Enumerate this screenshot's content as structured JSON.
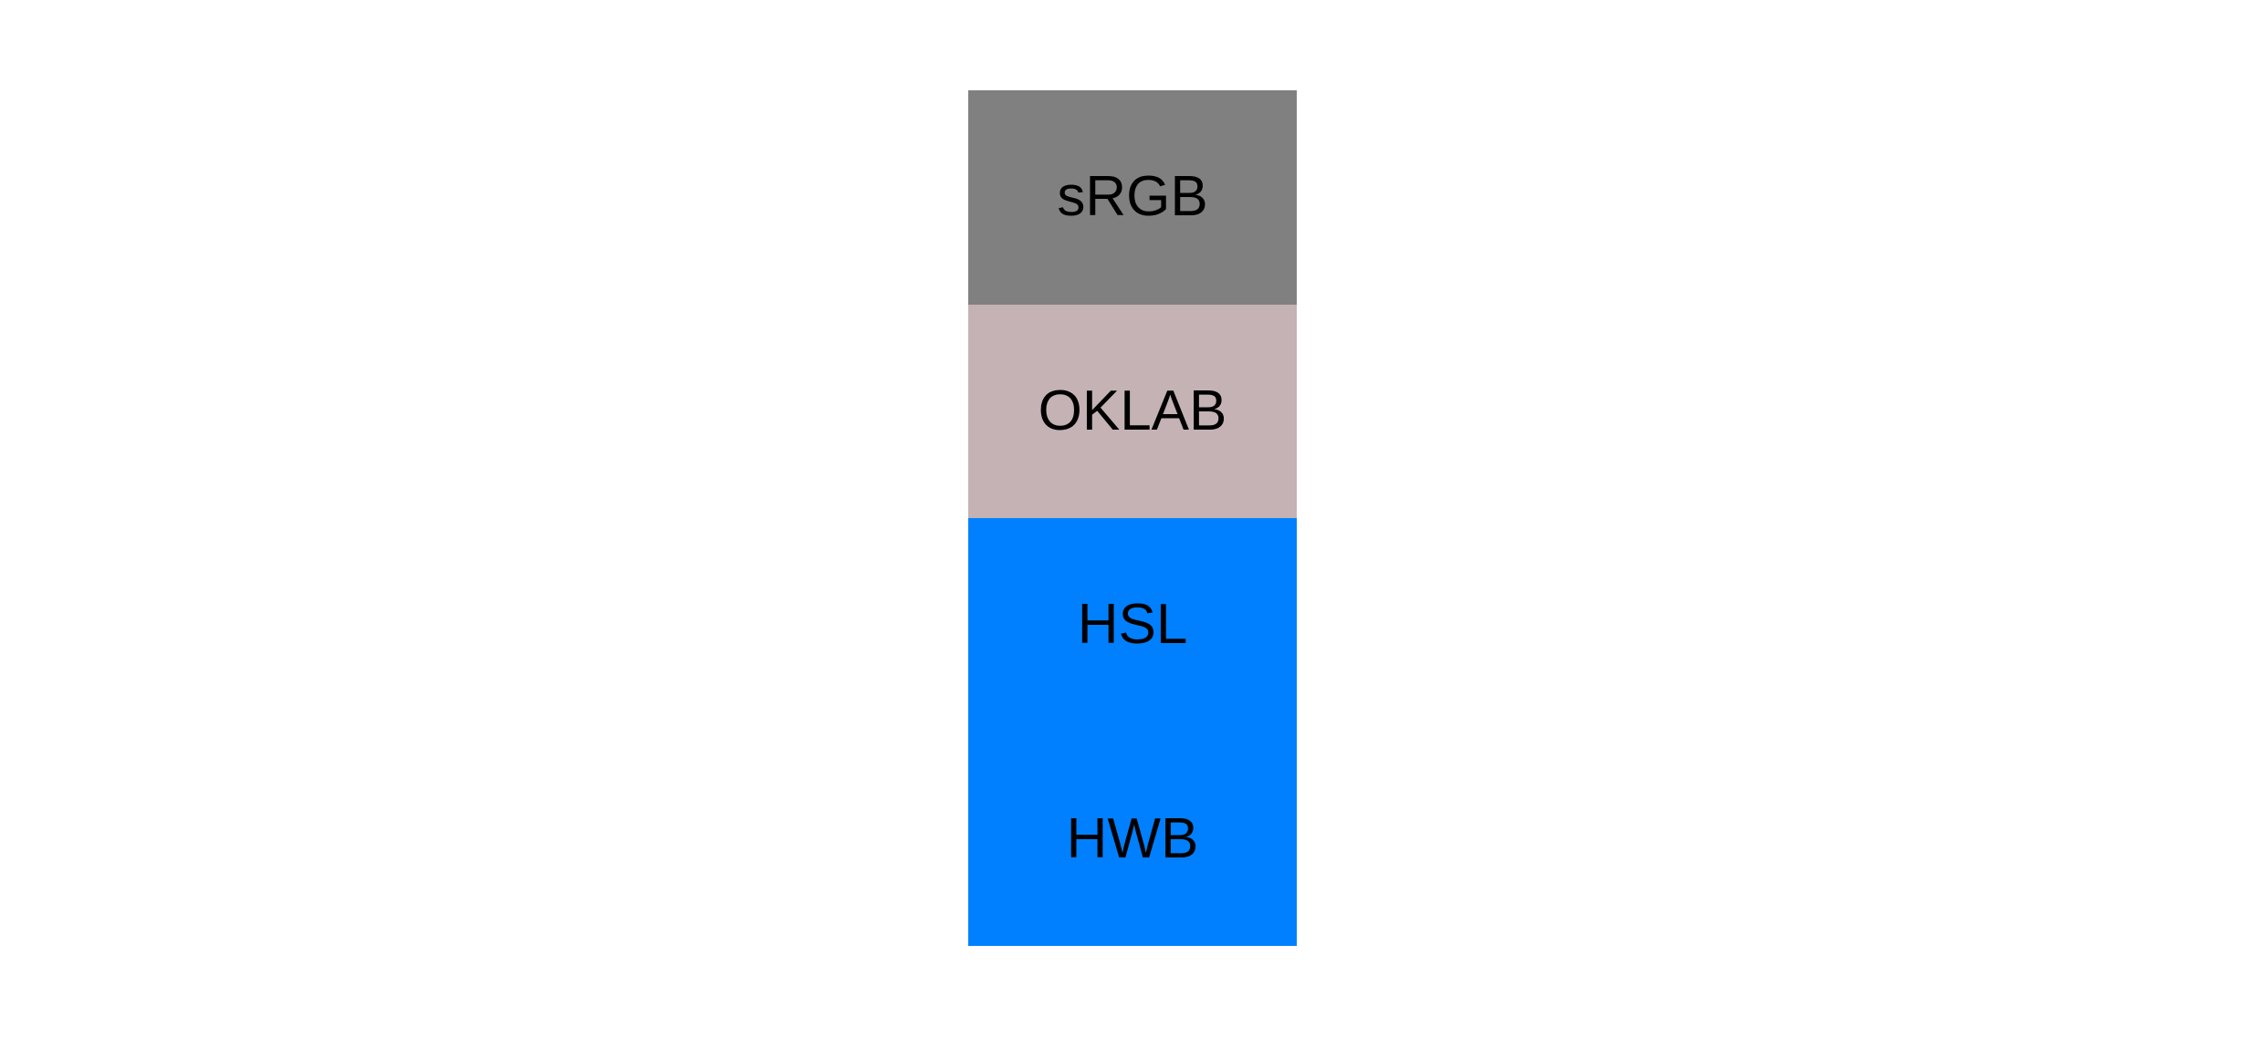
{
  "canvas": {
    "background_color": "#ffffff",
    "label_text_color": "#000000"
  },
  "swatches": [
    {
      "label": "sRGB",
      "color": "#808080"
    },
    {
      "label": "OKLAB",
      "color": "#c4b2b4"
    },
    {
      "label": "HSL",
      "color": "#0080ff"
    },
    {
      "label": "HWB",
      "color": "#0080ff"
    }
  ]
}
